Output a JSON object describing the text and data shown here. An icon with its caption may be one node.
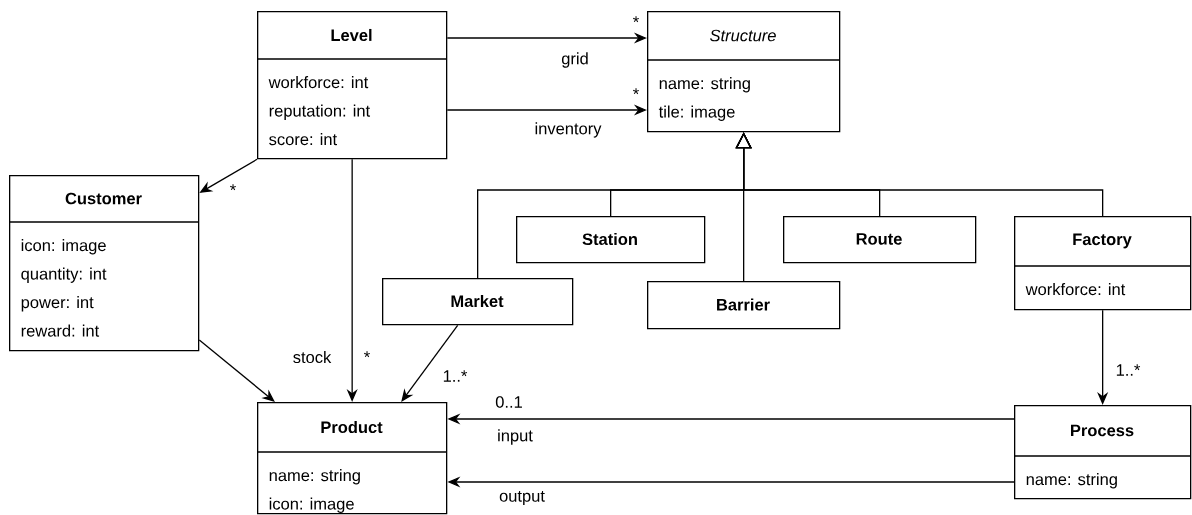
{
  "diagram": {
    "nodes": [
      {
        "text": [
          "Level",
          "workforce: int",
          "reputation: int",
          "score: int"
        ]
      },
      {
        "text": [
          "Structure",
          "name: string",
          "tile: image"
        ]
      },
      {
        "text": [
          "Customer",
          "icon: image",
          "quantity: int",
          "power: int",
          "reward: int"
        ]
      },
      {
        "text": [
          "Station"
        ]
      },
      {
        "text": [
          "Route"
        ]
      },
      {
        "text": [
          "Factory",
          "workforce: int"
        ]
      },
      {
        "text": [
          "Market"
        ]
      },
      {
        "text": [
          "Barrier"
        ]
      },
      {
        "text": [
          "Product",
          "name: string",
          "icon: image"
        ]
      },
      {
        "text": [
          "Process",
          "name: string"
        ]
      }
    ],
    "edges": [
      {
        "from": 0,
        "to": 1,
        "arrow": "to",
        "label": "grid"
      },
      {
        "from": 0,
        "to": 1,
        "arrow": "to",
        "label": "inventory"
      },
      {
        "from": 0,
        "to": 2,
        "arrow": "to"
      },
      {
        "from": 0,
        "to": 8,
        "arrow": "to",
        "label": "stock"
      },
      {
        "from": 2,
        "to": 8,
        "arrow": "to"
      },
      {
        "from": 6,
        "to": 8,
        "arrow": "to"
      },
      {
        "from": 9,
        "to": 8,
        "arrow": "to",
        "label": "input"
      },
      {
        "from": 9,
        "to": 8,
        "arrow": "to",
        "label": "output"
      },
      {
        "from": 5,
        "to": 9,
        "arrow": "to"
      },
      {
        "from": 3,
        "to": 1,
        "arrow": "to"
      },
      {
        "from": 4,
        "to": 1,
        "arrow": "to"
      },
      {
        "from": 5,
        "to": 1,
        "arrow": "to"
      },
      {
        "from": 6,
        "to": 1,
        "arrow": "to"
      },
      {
        "from": 7,
        "to": 1,
        "arrow": "to"
      }
    ],
    "labels": [
      "*",
      "*",
      "*",
      "*",
      "1..*",
      "0..1",
      "1..*"
    ]
  }
}
